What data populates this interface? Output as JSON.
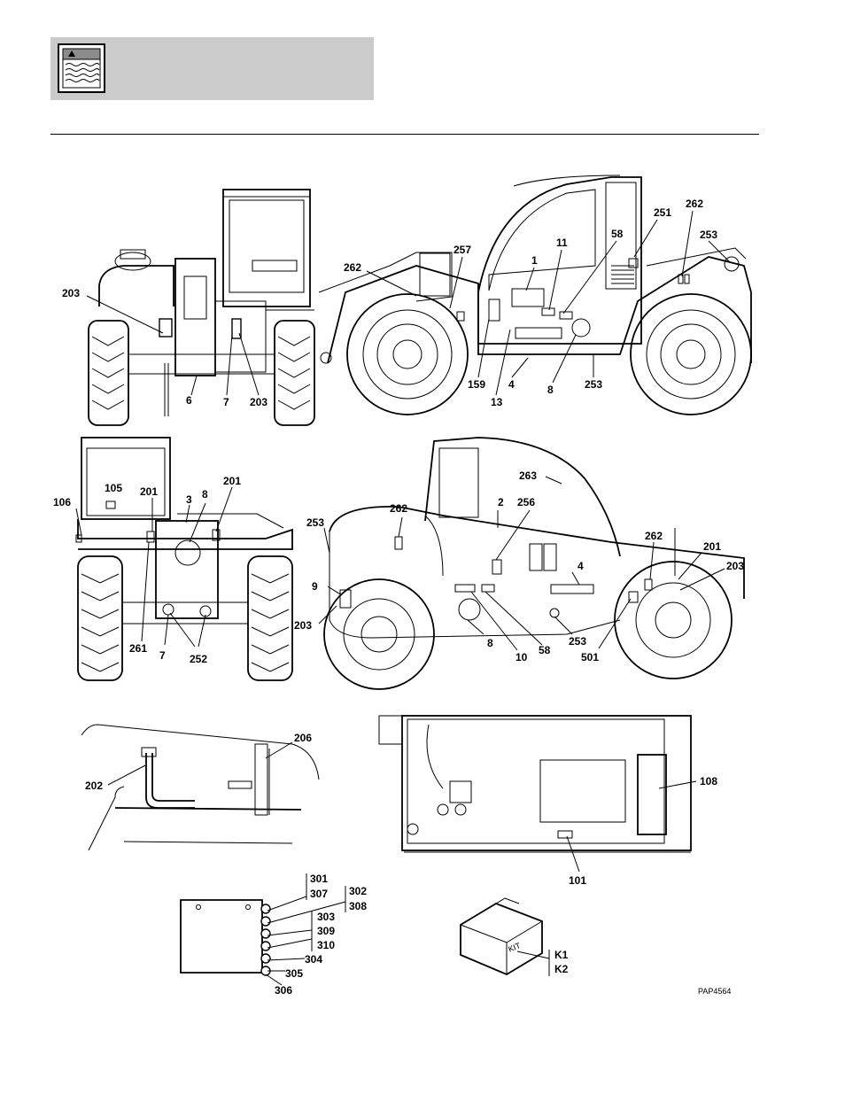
{
  "header": {
    "icon": "decal-icon"
  },
  "figure_ref": "PAP4564",
  "views": {
    "rear": {
      "callouts": [
        "203",
        "6",
        "7",
        "203"
      ]
    },
    "left_side": {
      "callouts": [
        "262",
        "257",
        "1",
        "11",
        "58",
        "251",
        "262",
        "253",
        "159",
        "13",
        "4",
        "8",
        "253"
      ]
    },
    "front": {
      "callouts": [
        "106",
        "105",
        "201",
        "3",
        "8",
        "201",
        "261",
        "7",
        "252"
      ]
    },
    "right_side": {
      "callouts": [
        "263",
        "262",
        "2",
        "256",
        "253",
        "9",
        "203",
        "8",
        "10",
        "58",
        "253",
        "501",
        "4",
        "262",
        "201",
        "203"
      ]
    },
    "detail_interior": {
      "callouts": [
        "206",
        "202"
      ]
    },
    "top_view": {
      "callouts": [
        "108",
        "101"
      ]
    },
    "decal_sheet": {
      "callouts": [
        "301",
        "307",
        "302",
        "308",
        "303",
        "309",
        "310",
        "304",
        "305",
        "306"
      ]
    },
    "kit": {
      "box_label": "KIT",
      "callouts": [
        "K1",
        "K2"
      ]
    }
  }
}
